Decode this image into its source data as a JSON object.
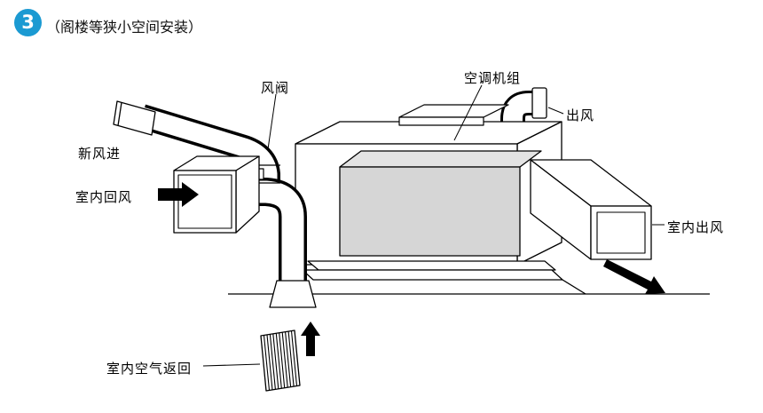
{
  "header": {
    "step_number": "3",
    "title": "（阁楼等狭小空间安装）"
  },
  "colors": {
    "badge": "#1b9ad2",
    "line": "#000000",
    "unit_front": "#d6d6d6",
    "unit_top": "#e3e3e3",
    "background": "#ffffff"
  },
  "labels": {
    "fresh_air_in": "新风进",
    "damper": "风阀",
    "ac_unit": "空调机组",
    "air_outlet": "出风",
    "indoor_return_air": "室内回风",
    "indoor_air_out": "室内出风",
    "indoor_air_return": "室内空气返回"
  }
}
